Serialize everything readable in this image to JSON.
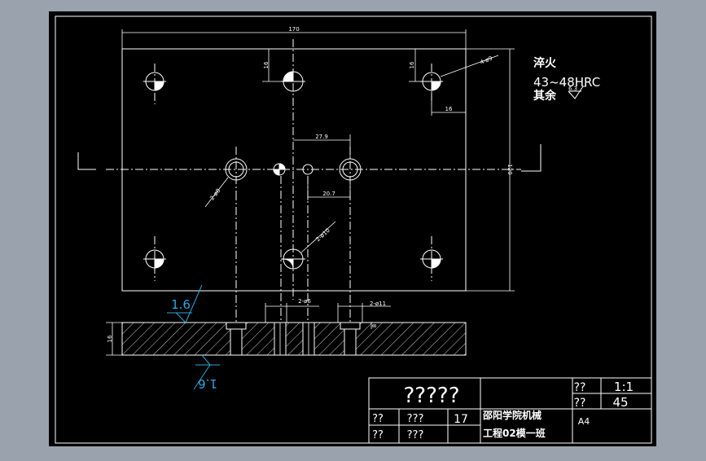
{
  "dimensions": {
    "width_170": "170",
    "height_120": "120",
    "d16_top_left": "16",
    "d16_top_right": "16",
    "d16_right": "16",
    "d27_9": "27.9",
    "d20_7": "20.7",
    "hole_4_phi9": "4-ø9",
    "hole_2_phi8": "2-ø8",
    "hole_2_phi10": "2-ø10",
    "sec_2_phi6": "2-ø6",
    "sec_2_phi11": "2-ø11",
    "sec_16": "16",
    "sec_8": "8"
  },
  "notes": {
    "line1": "淬火",
    "line2": "43~48HRC",
    "line3": "其余",
    "roughness_small": "6.3",
    "roughness_top": "1.6",
    "roughness_bottom": "1.6"
  },
  "title_block": {
    "name": "?????",
    "cell_tr1": "??",
    "scale": "1:1",
    "cell_tr2": "??",
    "qty": "45",
    "cell_a": "??",
    "cell_b": "???",
    "num": "17",
    "school_line1": "邵阳学院机械",
    "school_line2": "工程02模一班",
    "paper": "A4",
    "cell_c": "??",
    "cell_d": "???"
  },
  "colors": {
    "canvas": "#000000",
    "line": "#ffffff",
    "roughness": "#2aa7e0",
    "frame_outer": "#9aa3ad"
  }
}
